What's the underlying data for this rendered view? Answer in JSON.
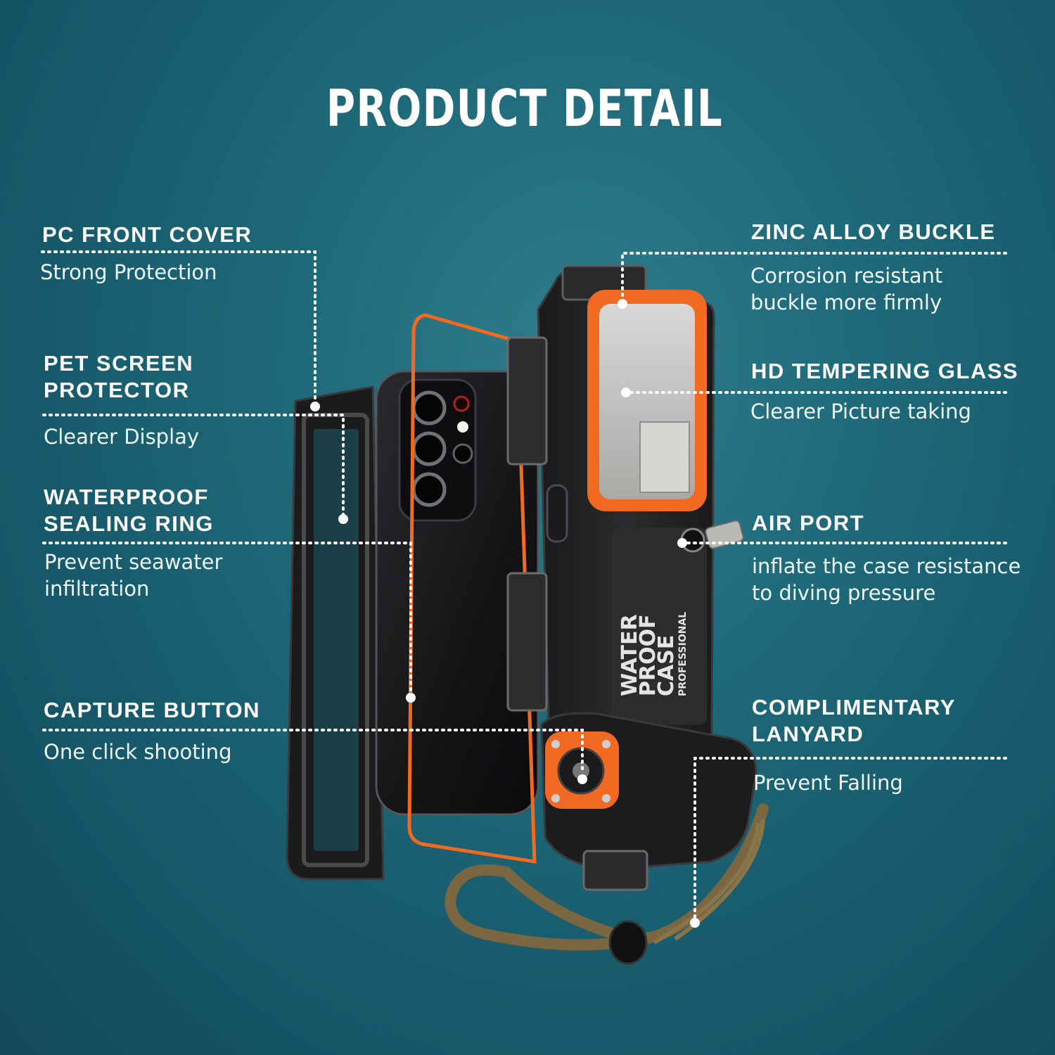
{
  "title": "PRODUCT DETAIL",
  "features": {
    "pc_front_cover": {
      "heading": "PC FRONT COVER",
      "description": "Strong Protection"
    },
    "pet_screen_protector": {
      "heading_line1": "PET SCREEN",
      "heading_line2": "PROTECTOR",
      "description": "Clearer Display"
    },
    "waterproof_sealing_ring": {
      "heading_line1": "WATERPROOF",
      "heading_line2": "SEALING RING",
      "description_line1": "Prevent seawater",
      "description_line2": "infiltration"
    },
    "capture_button": {
      "heading": "CAPTURE BUTTON",
      "description": "One click shooting"
    },
    "zinc_alloy_buckle": {
      "heading": "ZINC ALLOY BUCKLE",
      "description_line1": "Corrosion resistant",
      "description_line2": "buckle more firmly"
    },
    "hd_tempering_glass": {
      "heading": "HD TEMPERING GLASS",
      "description": "Clearer Picture taking"
    },
    "air_port": {
      "heading": "AIR PORT",
      "description_line1": "inflate the case resistance",
      "description_line2": "to diving pressure"
    },
    "complimentary_lanyard": {
      "heading_line1": "COMPLIMENTARY",
      "heading_line2": "LANYARD",
      "description": "Prevent Falling"
    }
  },
  "case_label": {
    "line1": "WATER",
    "line2": "PROOF",
    "line3": "CASE",
    "line4": "PROFESSIONAL"
  },
  "colors": {
    "accent_orange": "#f26a21",
    "case_black": "#1d1d1f",
    "lanyard_brown": "#7a6640"
  }
}
